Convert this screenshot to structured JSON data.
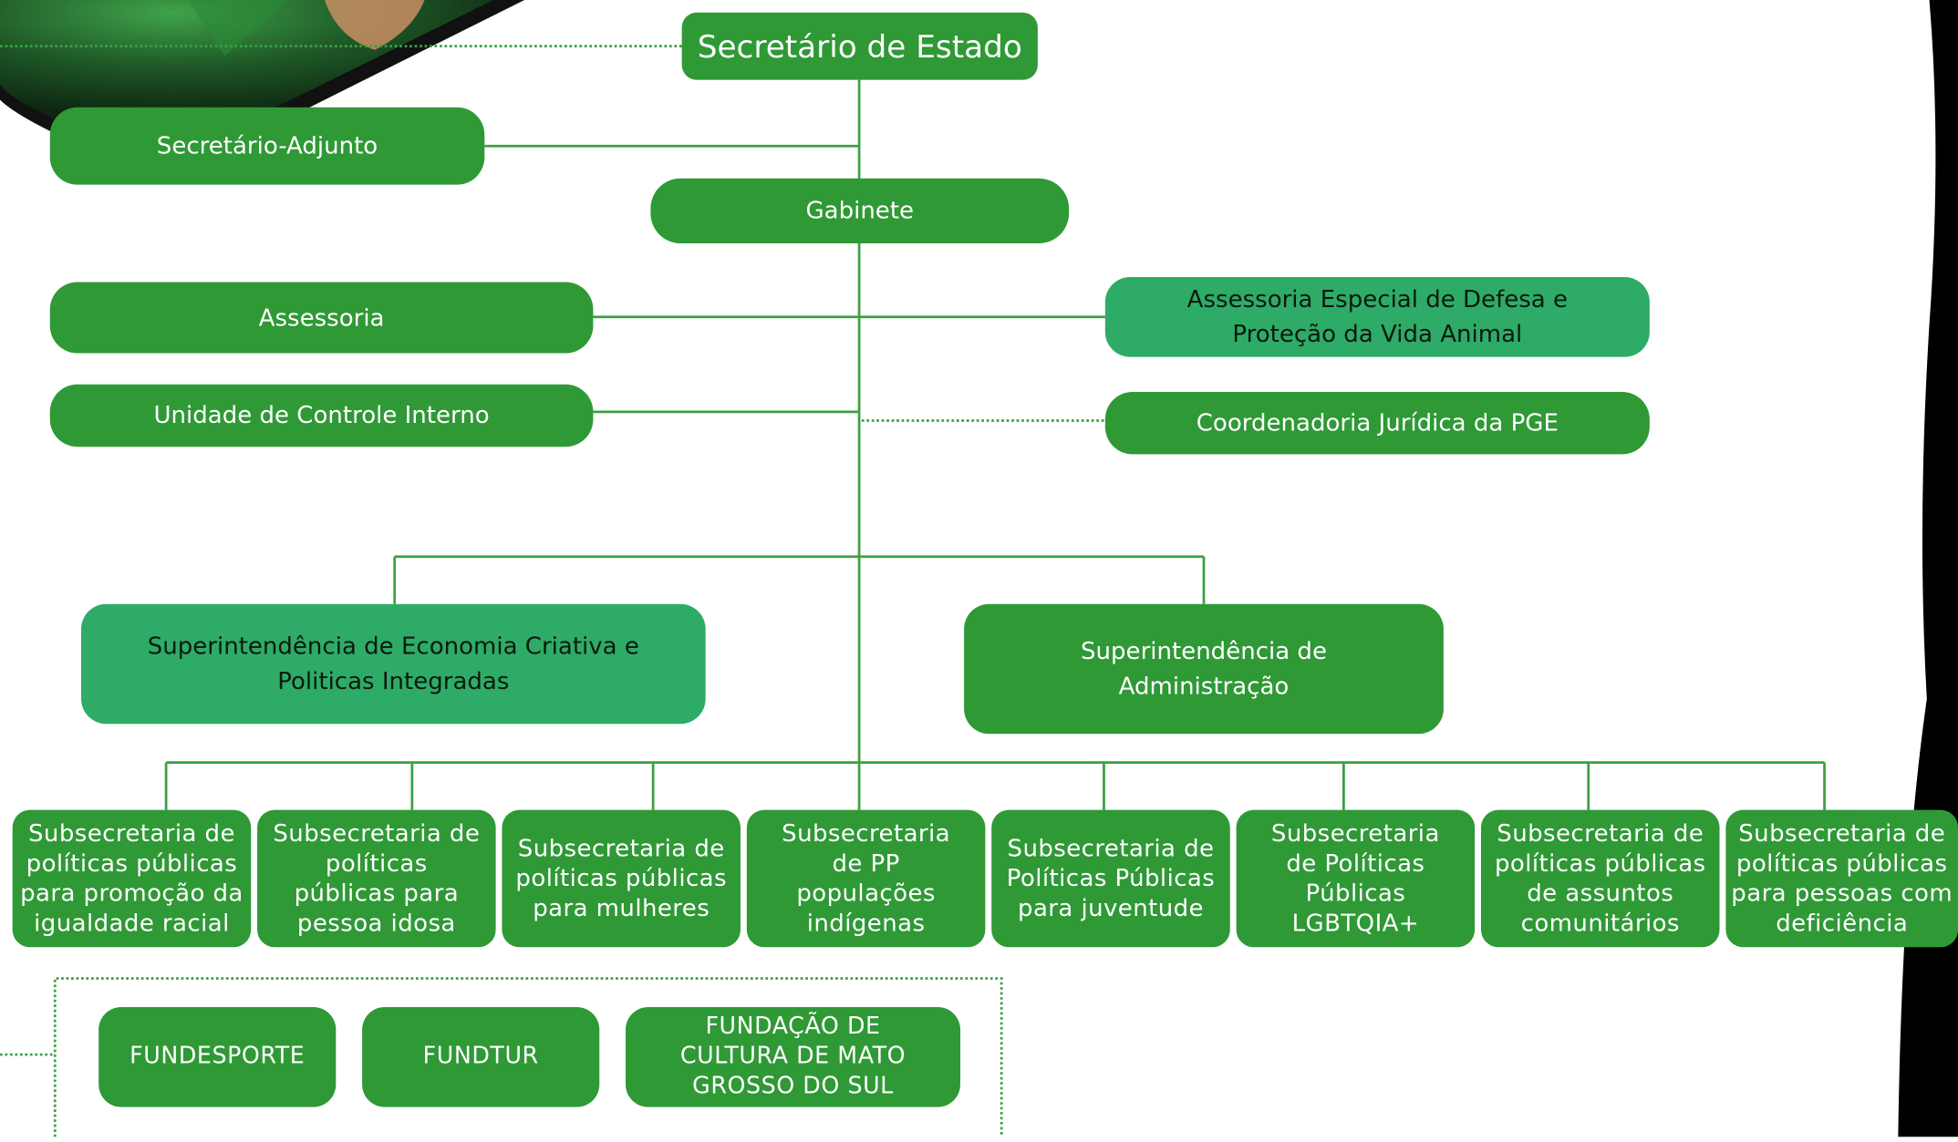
{
  "org_chart": {
    "top": {
      "label": "Secretário de Estado"
    },
    "adjunto": {
      "label": "Secretário-Adjunto"
    },
    "gabinete": {
      "label": "Gabinete"
    },
    "assessoria": {
      "label": "Assessoria"
    },
    "controle": {
      "label": "Unidade de Controle Interno"
    },
    "animal": {
      "line1": "Assessoria Especial de Defesa e",
      "line2": "Proteção da Vida Animal"
    },
    "pge": {
      "label": "Coordenadoria Jurídica da PGE"
    },
    "sup_economia": {
      "line1": "Superintendência de Economia Criativa e",
      "line2": "Politicas Integradas"
    },
    "sup_admin": {
      "line1": "Superintendência de",
      "line2": "Administração"
    },
    "subsecretarias": [
      {
        "lines": [
          "Subsecretaria de",
          "políticas públicas",
          "para promoção da",
          "igualdade racial"
        ]
      },
      {
        "lines": [
          "Subsecretaria de",
          "políticas",
          "públicas para",
          "pessoa idosa"
        ]
      },
      {
        "lines": [
          "Subsecretaria de",
          "políticas públicas",
          "para mulheres"
        ]
      },
      {
        "lines": [
          "Subsecretaria",
          "de PP",
          "populações",
          "indígenas"
        ]
      },
      {
        "lines": [
          "Subsecretaria de",
          "Políticas Públicas",
          "para juventude"
        ]
      },
      {
        "lines": [
          "Subsecretaria",
          "de Políticas",
          "Públicas",
          "LGBTQIA+"
        ]
      },
      {
        "lines": [
          "Subsecretaria de",
          "políticas públicas",
          "de assuntos",
          "comunitários"
        ]
      },
      {
        "lines": [
          "Subsecretaria de",
          "políticas públicas",
          "para pessoas com",
          "deficiência"
        ]
      }
    ],
    "fundacoes": [
      {
        "lines": [
          "FUNDESPORTE"
        ]
      },
      {
        "lines": [
          "FUNDTUR"
        ]
      },
      {
        "lines": [
          "FUNDAÇÃO DE",
          "CULTURA DE MATO",
          "GROSSO DO SUL"
        ]
      }
    ]
  },
  "colors": {
    "box": "#2f9936",
    "box_light": "#2eab67",
    "line": "#3aa043",
    "text": "#ffffff"
  }
}
